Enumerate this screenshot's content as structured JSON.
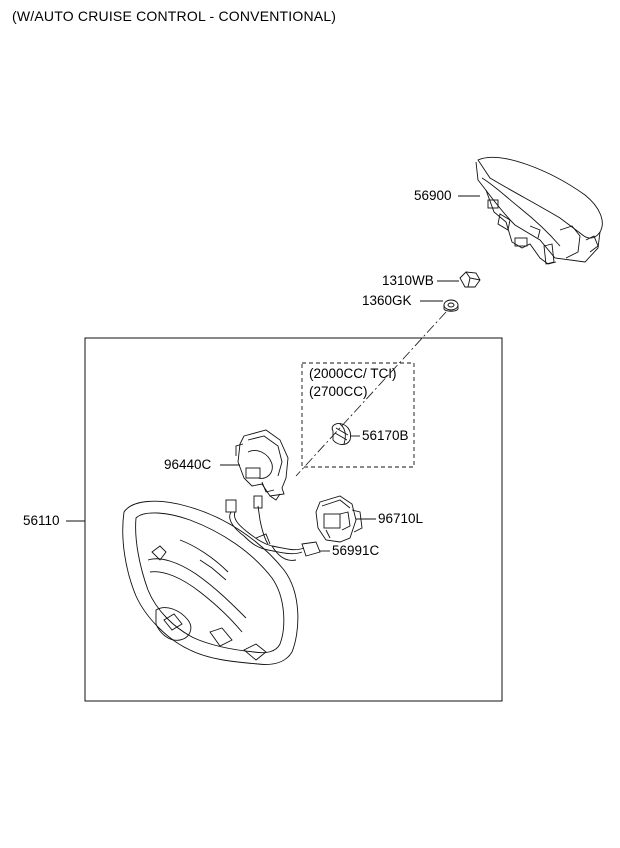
{
  "title": "(W/AUTO CRUISE CONTROL - CONVENTIONAL)",
  "labels": {
    "p56900": "56900",
    "p1310wb": "1310WB",
    "p1360gk": "1360GK",
    "variant1": "(2000CC/ TCI)",
    "variant2": "(2700CC)",
    "p56170b": "56170B",
    "p96440c": "96440C",
    "p56110": "56110",
    "p96710l": "96710L",
    "p56991c": "56991C"
  }
}
